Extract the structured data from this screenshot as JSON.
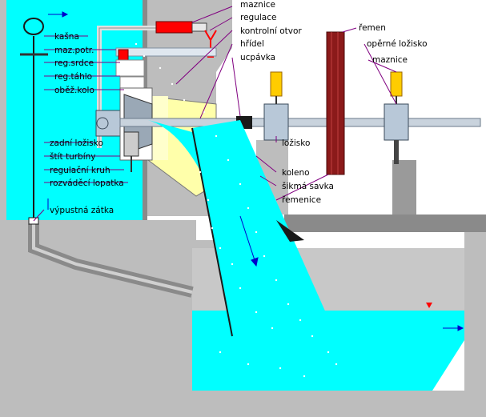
{
  "labels": {
    "kasna": "kašna",
    "maz_potr": "maz.potr.",
    "reg_srdce": "reg.srdce",
    "reg_tahlo": "reg.táhlo",
    "obez_kolo": "oběž.kolo",
    "zadni_lozisko": "zadní ložisko",
    "stit_turbiny": "štít turbíny",
    "regulacni_kruh": "regulační kruh",
    "rozvadeci_lopatka": "rozváděcí lopatka",
    "vypustna_zatka": "výpustná zátka",
    "maznice_top": "maznice",
    "regulace": "regulace",
    "kontrolni_otvor": "kontrolní otvor",
    "hridel": "hřídel",
    "ucpavka": "ucpávka",
    "lozisko": "ložisko",
    "koleno": "koleno",
    "sikma_savka": "šikmá savka",
    "remenice": "řemenice",
    "remen": "řemen",
    "operne_lozisko": "opěrné ložisko",
    "maznice_right": "maznice"
  },
  "colors": {
    "water": "#00ffff",
    "concrete": "#bdbdbd",
    "dark_concrete": "#8a8a8a",
    "steel": "#b8c8d8",
    "label_text": "#000000",
    "leader_line": "#800080",
    "arrow": "#0000cc",
    "belt": "#8b1a1a",
    "casing": "#ffffaa",
    "red_part": "#ff0000"
  }
}
